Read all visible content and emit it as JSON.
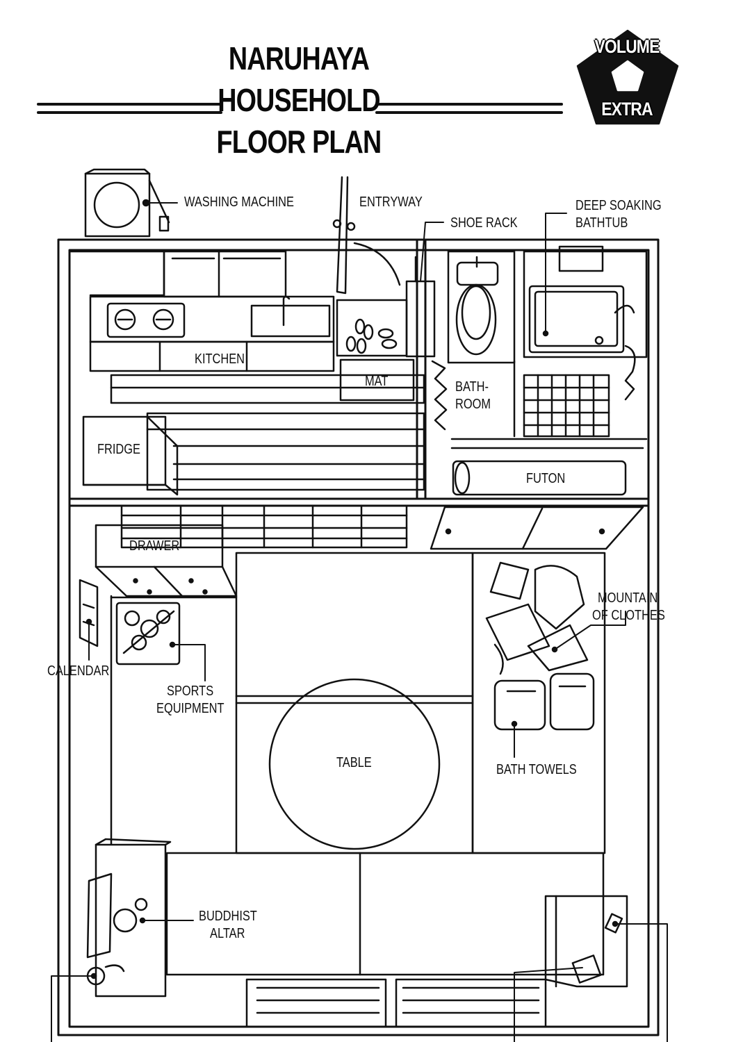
{
  "title": {
    "line1": "NARUHAYA",
    "line2": "HOUSEHOLD",
    "line3": "FLOOR PLAN"
  },
  "badge": {
    "top": "VOLUME",
    "bottom": "EXTRA"
  },
  "labels": {
    "washing_machine": "WASHING MACHINE",
    "entryway": "ENTRYWAY",
    "shoe_rack": "SHOE RACK",
    "bathtub_1": "DEEP SOAKING",
    "bathtub_2": "BATHTUB",
    "kitchen": "KITCHEN",
    "mat": "MAT",
    "bathroom_1": "BATH-",
    "bathroom_2": "ROOM",
    "fridge": "FRIDGE",
    "futon": "FUTON",
    "drawer": "DRAWER",
    "clothes_1": "MOUNTAIN",
    "clothes_2": "OF CLOTHES",
    "calendar": "CALENDAR",
    "sports_1": "SPORTS",
    "sports_2": "EQUIPMENT",
    "table": "TABLE",
    "towels": "BATH TOWELS",
    "altar_1": "BUDDHIST",
    "altar_2": "ALTAR"
  },
  "colors": {
    "ink": "#111111",
    "paper": "#ffffff"
  }
}
